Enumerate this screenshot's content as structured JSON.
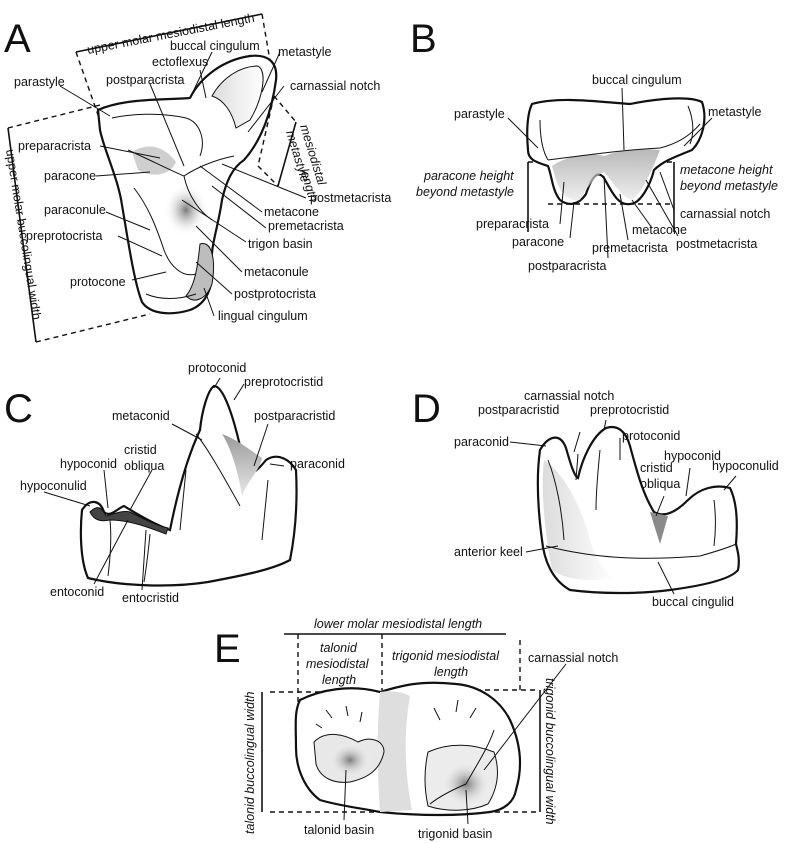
{
  "panels": {
    "a": {
      "letter": "A",
      "measures": {
        "length": "upper molar mesiodistal length",
        "width": "upper molar buccolingual width",
        "metastyle_line1": "metastyle",
        "metastyle_line2": "mesiodistal",
        "metastyle_line3": "length"
      },
      "labels": {
        "buccal_cingulum": "buccal cingulum",
        "postparacrista": "postparacrista",
        "ectoflexus": "ectoflexus",
        "metastyle": "metastyle",
        "parastyle": "parastyle",
        "carnassial_notch": "carnassial notch",
        "preparacrista": "preparacrista",
        "paracone": "paracone",
        "paraconule": "paraconule",
        "preprotocrista": "preprotocrista",
        "protocone": "protocone",
        "postmetacrista": "postmetacrista",
        "metacone": "metacone",
        "premetacrista": "premetacrista",
        "trigon_basin": "trigon basin",
        "metaconule": "metaconule",
        "postprotocrista": "postprotocrista",
        "lingual_cingulum": "lingual cingulum"
      }
    },
    "b": {
      "letter": "B",
      "labels": {
        "buccal_cingulum": "buccal cingulum",
        "parastyle": "parastyle",
        "metastyle": "metastyle",
        "paracone_height_1": "paracone height",
        "paracone_height_2": "beyond metastyle",
        "metacone_height_1": "metacone height",
        "metacone_height_2": "beyond metastyle",
        "carnassial_notch": "carnassial notch",
        "preparacrista": "preparacrista",
        "paracone": "paracone",
        "metacone": "metacone",
        "postmetacrista": "postmetacrista",
        "premetacrista": "premetacrista",
        "postparacrista": "postparacrista"
      }
    },
    "c": {
      "letter": "C",
      "labels": {
        "protoconid": "protoconid",
        "preprotocristid": "preprotocristid",
        "metaconid": "metaconid",
        "postparacristid": "postparacristid",
        "cristid": "cristid",
        "obliqua": "obliqua",
        "hypoconid": "hypoconid",
        "paraconid": "paraconid",
        "hypoconulid": "hypoconulid",
        "entoconid": "entoconid",
        "entocristid": "entocristid"
      }
    },
    "d": {
      "letter": "D",
      "labels": {
        "carnassial_notch": "carnassial notch",
        "postparacristid": "postparacristid",
        "preprotocristid": "preprotocristid",
        "paraconid": "paraconid",
        "protoconid": "protoconid",
        "hypoconid": "hypoconid",
        "cristid": "cristid",
        "obliqua": "obliqua",
        "hypoconulid": "hypoconulid",
        "anterior_keel": "anterior keel",
        "buccal_cingulid": "buccal cingulid"
      }
    },
    "e": {
      "letter": "E",
      "labels": {
        "lower_length": "lower molar mesiodistal length",
        "talonid_len_1": "talonid",
        "talonid_len_2": "mesiodistal",
        "talonid_len_3": "length",
        "trigonid_len_1": "trigonid mesiodistal",
        "trigonid_len_2": "length",
        "carnassial_notch": "carnassial notch",
        "talonid_width": "talonid buccolingual width",
        "trigonid_width": "trigonid buccolingual width",
        "talonid_basin": "talonid basin",
        "trigonid_basin": "trigonid basin"
      }
    }
  }
}
